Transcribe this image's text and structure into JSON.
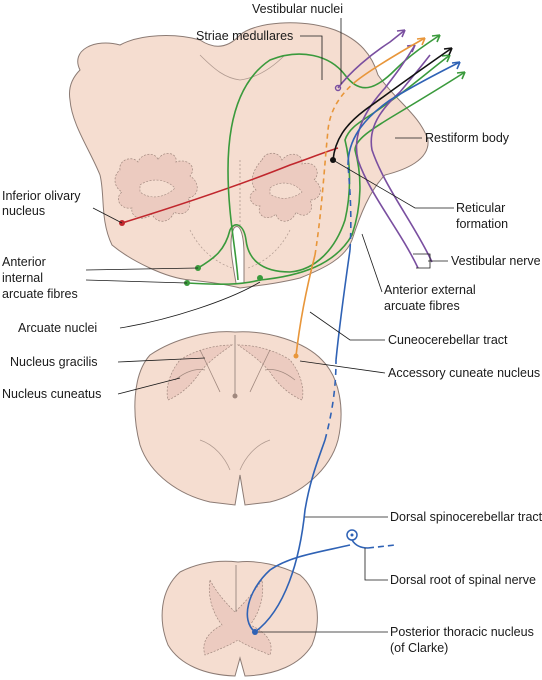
{
  "labels": {
    "vestibular_nuclei": "Vestibular nuclei",
    "striae_medullares": "Striae medullares",
    "restiform_body": "Restiform body",
    "inferior_olivary_1": "Inferior olivary",
    "inferior_olivary_2": "nucleus",
    "reticular_1": "Reticular",
    "reticular_2": "formation",
    "anterior_internal_1": "Anterior",
    "anterior_internal_2": "internal",
    "anterior_internal_3": "arcuate fibres",
    "vestibular_nerve": "Vestibular nerve",
    "anterior_external_1": "Anterior external",
    "anterior_external_2": "arcuate fibres",
    "arcuate_nuclei": "Arcuate nuclei",
    "cuneocerebellar_tract": "Cuneocerebellar tract",
    "nucleus_gracilis": "Nucleus gracilis",
    "accessory_cuneate": "Accessory cuneate nucleus",
    "nucleus_cuneatus": "Nucleus cuneatus",
    "dorsal_spinocerebellar": "Dorsal spinocerebellar tract",
    "dorsal_root": "Dorsal root of spinal nerve",
    "posterior_thoracic_1": "Posterior thoracic nucleus",
    "posterior_thoracic_2": "(of Clarke)"
  },
  "colors": {
    "tissue": "#f5ddd0",
    "grey_matter": "#eccbc0",
    "olivary_fibre": "#c0272d",
    "arcuate_fibre": "#3a9a3c",
    "vestibular_fibre": "#7a4fa0",
    "cuneocerebellar_fibre": "#e8963a",
    "reticular_fibre": "#111111",
    "spinocerebellar_fibre": "#2f62b5"
  }
}
